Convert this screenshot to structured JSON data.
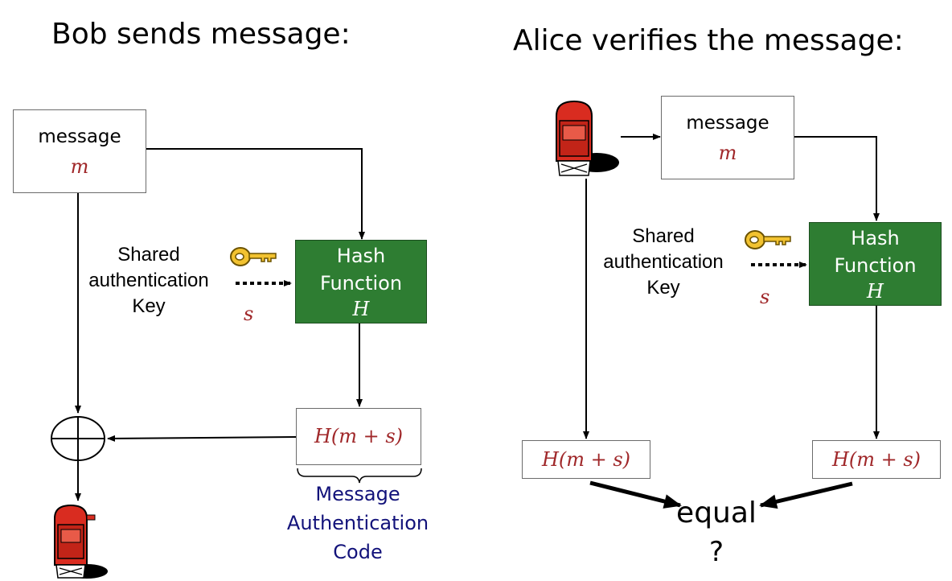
{
  "left": {
    "title": "Bob sends message:",
    "message_label": "message",
    "message_var": "m",
    "key_label": [
      "Shared",
      "authentication",
      "Key"
    ],
    "key_var": "s",
    "hash_label": [
      "Hash",
      "Function"
    ],
    "hash_var": "H",
    "output": "H(m + s)",
    "mac_label": [
      "Message",
      "Authentication",
      "Code"
    ]
  },
  "right": {
    "title": "Alice verifies the message:",
    "message_label": "message",
    "message_var": "m",
    "key_label": [
      "Shared",
      "authentication",
      "Key"
    ],
    "key_var": "s",
    "hash_label": [
      "Hash",
      "Function"
    ],
    "hash_var": "H",
    "output_left": "H(m + s)",
    "output_right": "H(m + s)",
    "compare_label": "equal",
    "compare_q": "?"
  },
  "colors": {
    "hash_fill": "#2e7d32",
    "variable": "#a0282a",
    "mac_text": "#12127a",
    "key_gold": "#f2c230"
  },
  "icons": [
    "mailbox-icon",
    "key-icon"
  ]
}
